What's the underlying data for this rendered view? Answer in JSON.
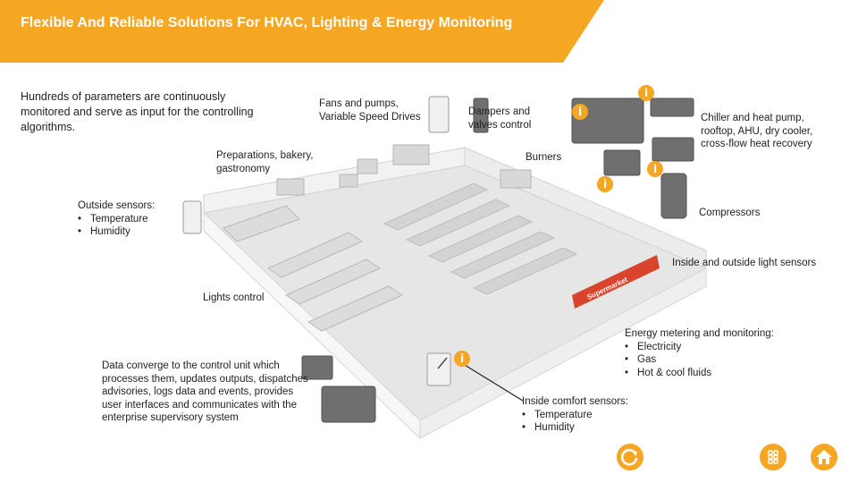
{
  "header": {
    "title": "Flexible And Reliable Solutions For HVAC, Lighting & Energy Monitoring"
  },
  "intro": {
    "text": "Hundreds of parameters are continuously monitored and serve as input for the controlling algorithms."
  },
  "labels": {
    "fans": "Fans and pumps, Variable Speed Drives",
    "dampers": "Dampers and valves control",
    "chiller": "Chiller and heat pump, rooftop, AHU, dry cooler, cross-flow heat recovery",
    "preparations": "Preparations, bakery, gastronomy",
    "burners": "Burners",
    "outside_title": "Outside sensors:",
    "outside_items": [
      "Temperature",
      "Humidity"
    ],
    "compressors": "Compressors",
    "light_sensors": "Inside and outside light sensors",
    "lights_control": "Lights control",
    "energy_title": "Energy metering and monitoring:",
    "energy_items": [
      "Electricity",
      "Gas",
      "Hot & cool fluids"
    ],
    "data_converge": "Data converge to the control unit which processes them, updates outputs, dispatches advisories, logs data and events, provides user interfaces and communicates with the enterprise supervisory system",
    "comfort_title": "Inside comfort sensors:",
    "comfort_items": [
      "Temperature",
      "Humidity"
    ]
  },
  "info_marker": "i",
  "store_sign": "Supermarket",
  "icons": {
    "refresh": "refresh-icon",
    "link": "link-icon",
    "home": "home-icon",
    "info": "info-icon"
  },
  "colors": {
    "accent": "#f5a623",
    "banner": "#f5a623",
    "text": "#222222"
  }
}
